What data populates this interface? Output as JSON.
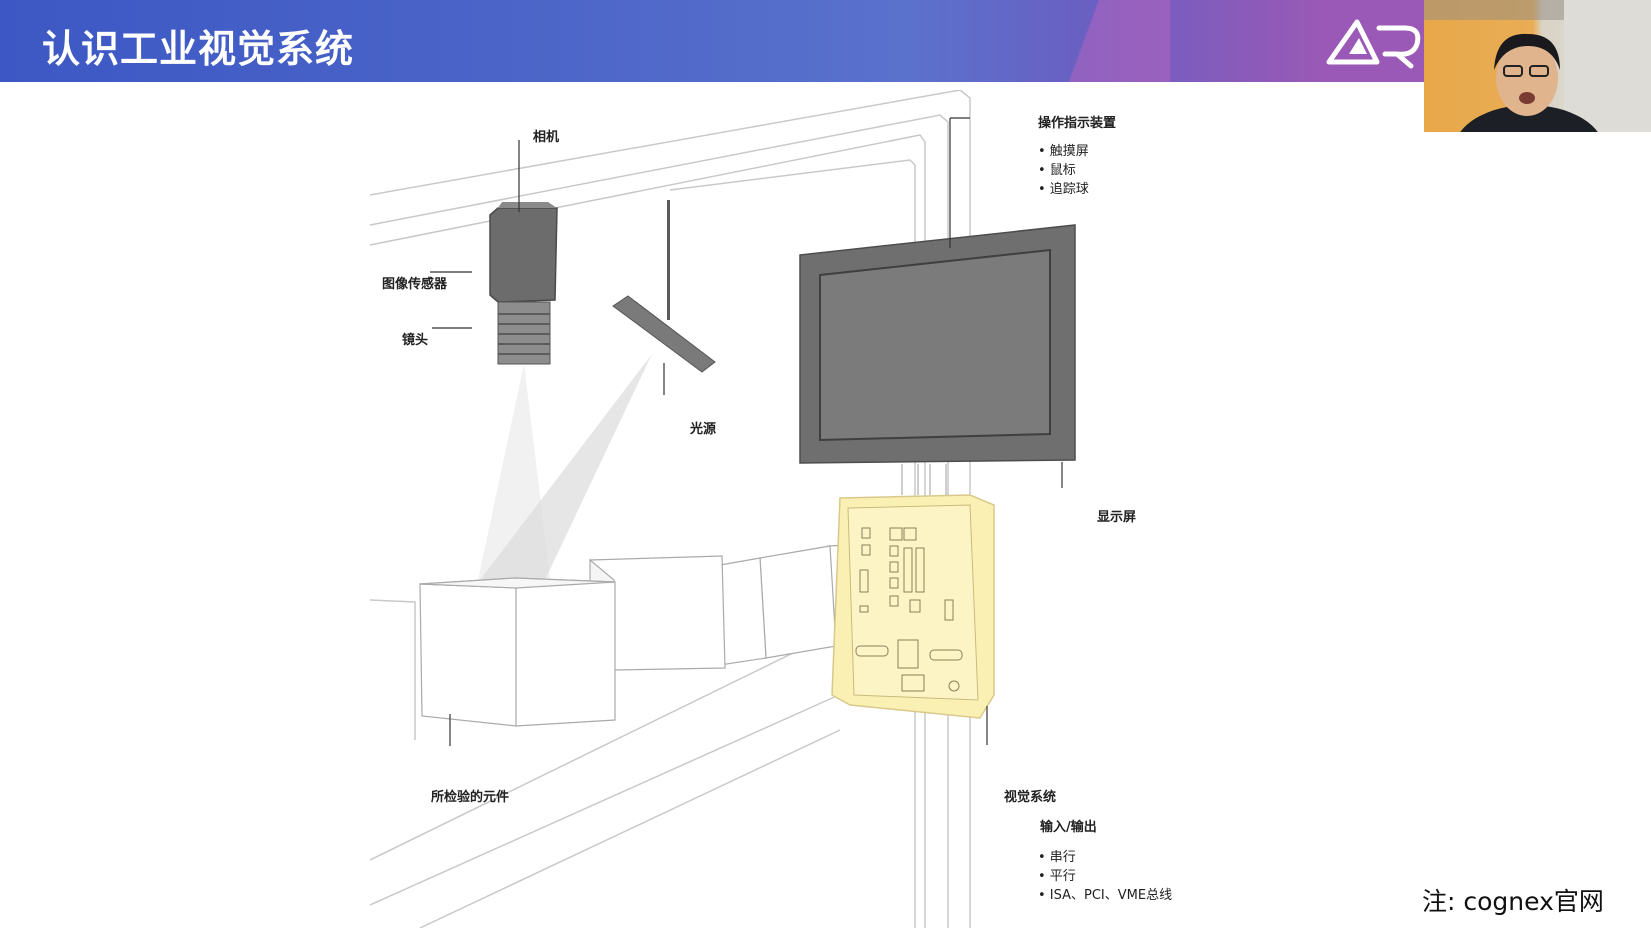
{
  "slide": {
    "title": "认识工业视觉系统",
    "note": "注: cognex官网"
  },
  "labels": {
    "camera": "相机",
    "image_sensor": "图像传感器",
    "lens": "镜头",
    "light_source": "光源",
    "operator_interface": "操作指示装置",
    "operator_items": [
      "• 触摸屏",
      "• 鼠标",
      "• 追踪球"
    ],
    "display": "显示屏",
    "inspected_part": "所检验的元件",
    "vision_system": "视觉系统",
    "io_title": "输入/输出",
    "io_items": [
      "• 串行",
      "• 平行",
      "• ISA、PCI、VME总线"
    ]
  },
  "colors": {
    "header_start": "#3d58c4",
    "header_end": "#9a59b6",
    "monitor": "#6f6f6f",
    "vision_box": "#fbf0b4"
  }
}
